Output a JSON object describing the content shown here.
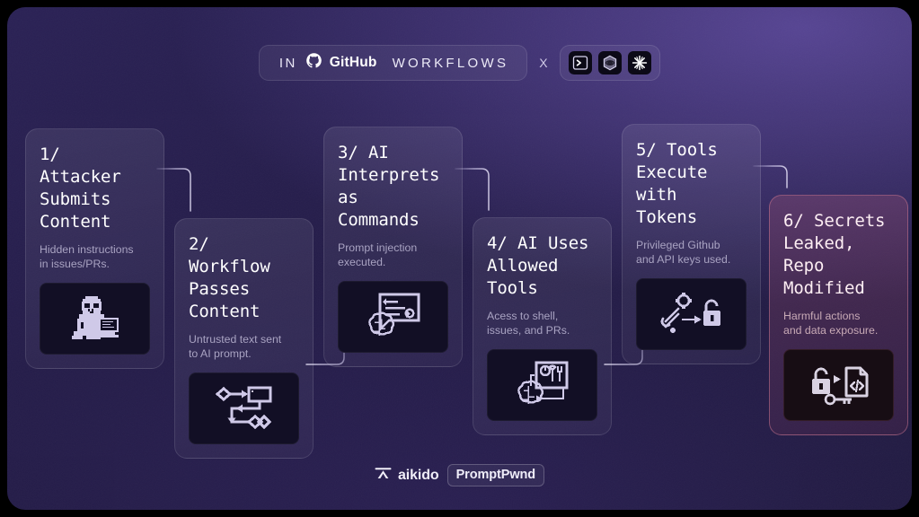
{
  "header": {
    "in_label": "IN",
    "github_label": "GitHub",
    "workflows_label": "WORKFLOWS",
    "separator": "X",
    "github_icon": "github-octocat-icon",
    "tools": [
      {
        "name": "terminal-prompt-icon",
        "glyph": ">"
      },
      {
        "name": "hexagon-layers-icon",
        "glyph": "⬢"
      },
      {
        "name": "starburst-asterisk-icon",
        "glyph": "✳"
      }
    ]
  },
  "cards": [
    {
      "title": "1/ Attacker\nSubmits\nContent",
      "subtitle": "Hidden instructions\nin issues/PRs.",
      "art": "hacker-at-computer-icon",
      "accent": "neutral"
    },
    {
      "title": "2/ Workflow\nPasses\nContent",
      "subtitle": "Untrusted text sent\nto AI prompt.",
      "art": "flowchart-pipeline-icon",
      "accent": "neutral"
    },
    {
      "title": "3/ AI\nInterprets\nas Commands",
      "subtitle": "Prompt injection\nexecuted.",
      "art": "brain-chat-bubble-icon",
      "accent": "neutral"
    },
    {
      "title": "4/ AI Uses\nAllowed\nTools",
      "subtitle": "Acess to shell,\nissues, and PRs.",
      "art": "brain-tools-icon",
      "accent": "neutral"
    },
    {
      "title": "5/ Tools\nExecute\nwith Tokens",
      "subtitle": "Privileged Github\nand API keys used.",
      "art": "gear-wrench-unlocked-padlock-icon",
      "accent": "neutral"
    },
    {
      "title": "6/ Secrets\nLeaked,\nRepo\nModified",
      "subtitle": "Harmful actions\nand data exposure.",
      "art": "unlocked-padlock-key-code-file-icon",
      "accent": "danger"
    }
  ],
  "footer": {
    "brand": "aikido",
    "brand_icon": "aikido-mark-icon",
    "product": "PromptPwnd"
  },
  "colors": {
    "canvas_base": "#241c49",
    "canvas_glow": "#6c56b2",
    "card_border": "#ffffff1d",
    "danger_border": "#c4748e",
    "danger_fill": "#ab5878",
    "title_text": "#ffffff",
    "subtitle_text": "#a9a3c2",
    "art_panel": "#120f25",
    "wire": "#bdb4e0"
  }
}
